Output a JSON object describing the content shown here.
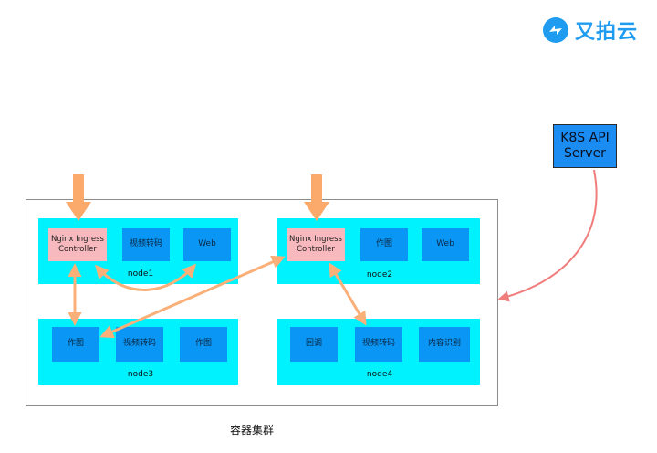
{
  "brand": {
    "name": "又拍云"
  },
  "k8s_api": {
    "line1": "K8S API",
    "line2": "Server"
  },
  "cluster": {
    "title": "容器集群"
  },
  "nodes": [
    {
      "label": "node1",
      "services": [
        "Nginx Ingress Controller",
        "视频转码",
        "Web"
      ]
    },
    {
      "label": "node2",
      "services": [
        "Nginx Ingress Controller",
        "作图",
        "Web"
      ]
    },
    {
      "label": "node3",
      "services": [
        "作图",
        "视频转码",
        "作图"
      ]
    },
    {
      "label": "node4",
      "services": [
        "回调",
        "视频转码",
        "内容识别"
      ]
    }
  ],
  "colors": {
    "node": "#00f2fe",
    "service": "#0a96f4",
    "ingress": "#f7b9bd",
    "arrow": "#fbb07a",
    "api_arrow": "#f07c7c",
    "brand": "#1f9cf0"
  }
}
